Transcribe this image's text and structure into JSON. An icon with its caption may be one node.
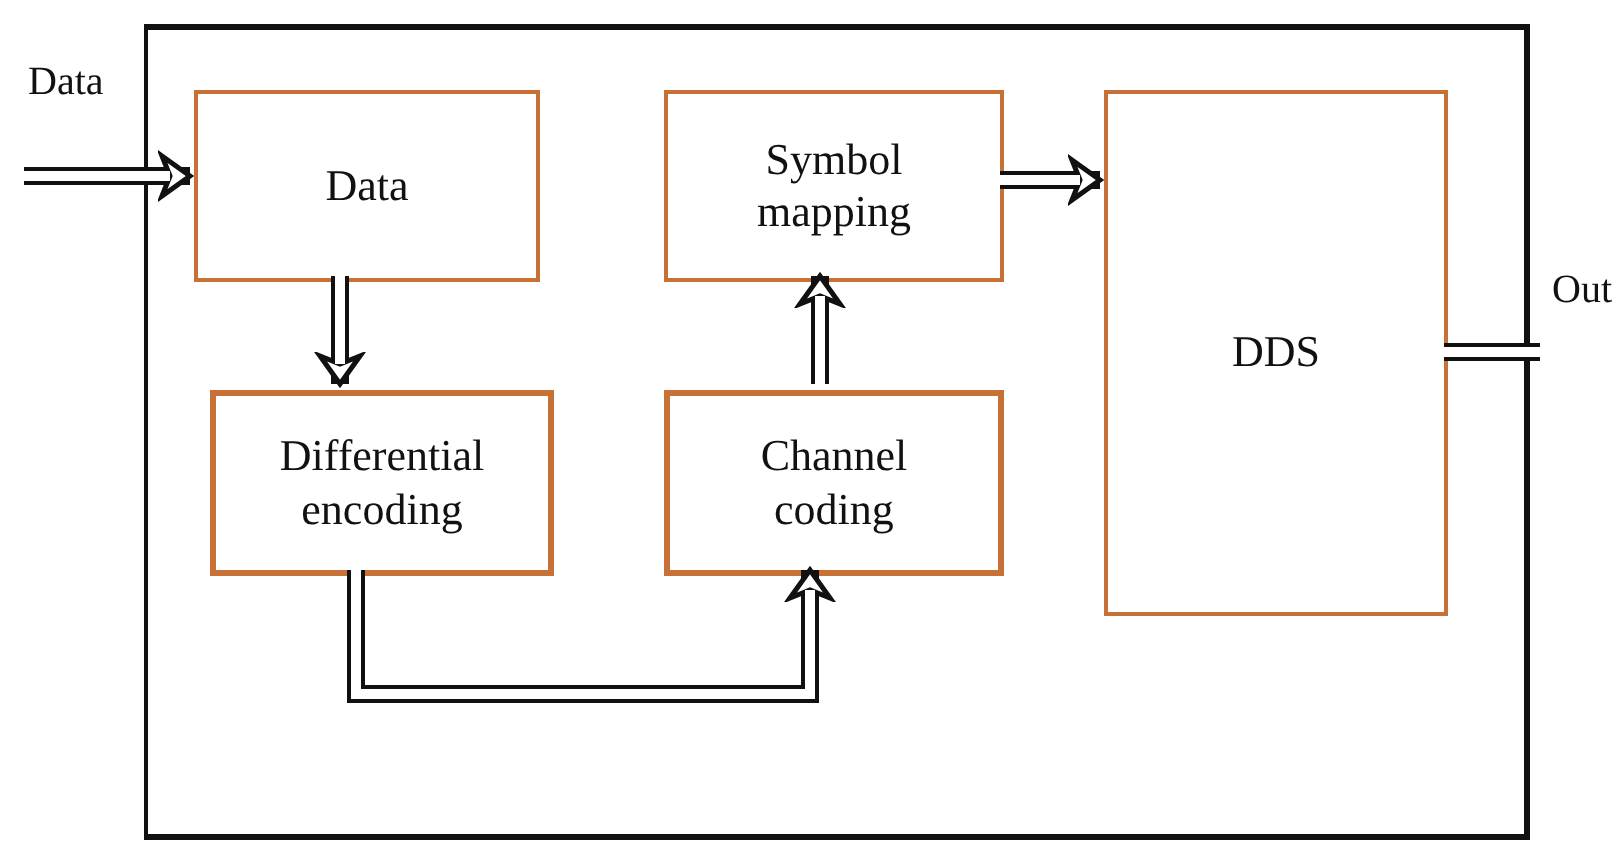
{
  "diagram": {
    "nodes": [
      {
        "text": [],
        "shape": "box"
      },
      {
        "text": [
          "Data"
        ],
        "in": 0
      },
      {
        "text": [
          "Symbol mapping"
        ],
        "in": 0
      },
      {
        "text": [
          "DDS"
        ],
        "in": 0
      },
      {
        "text": [
          "Differential encoding"
        ],
        "in": 0
      },
      {
        "text": [
          "Channel coding"
        ],
        "in": 0
      }
    ],
    "edges": [
      {
        "from": null,
        "to": 1,
        "arrow": "to",
        "label": "Data"
      },
      {
        "from": 1,
        "to": 4,
        "arrow": "to"
      },
      {
        "from": 4,
        "to": 5,
        "arrow": "to"
      },
      {
        "from": 5,
        "to": 2,
        "arrow": "to"
      },
      {
        "from": 2,
        "to": 3,
        "arrow": "to"
      },
      {
        "from": 3,
        "to": null,
        "arrow": "none",
        "label": "Out"
      }
    ]
  }
}
